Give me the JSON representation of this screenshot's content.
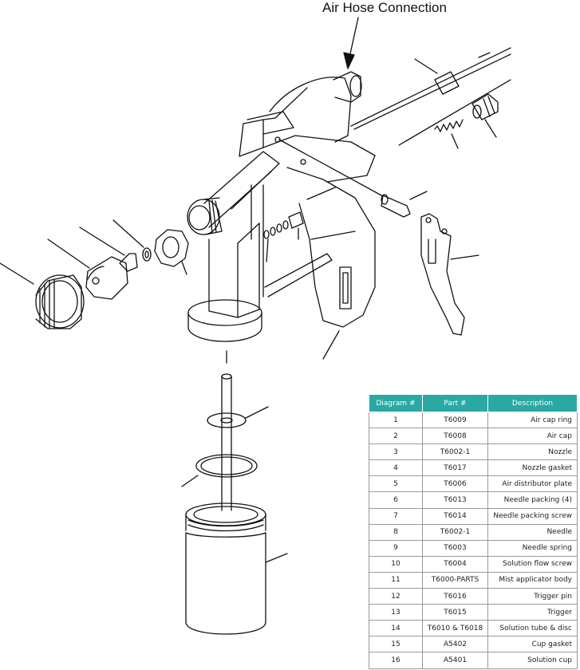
{
  "callout": {
    "air_hose": "Air Hose Connection"
  },
  "table": {
    "headers": {
      "diagram": "Diagram #",
      "part": "Part #",
      "description": "Description"
    },
    "header_color": "#2aa8a4",
    "rows": [
      {
        "n": "1",
        "part": "T6009",
        "desc": "Air cap ring"
      },
      {
        "n": "2",
        "part": "T6008",
        "desc": "Air cap"
      },
      {
        "n": "3",
        "part": "T6002-1",
        "desc": "Nozzle"
      },
      {
        "n": "4",
        "part": "T6017",
        "desc": "Nozzle gasket"
      },
      {
        "n": "5",
        "part": "T6006",
        "desc": "Air distributor plate"
      },
      {
        "n": "6",
        "part": "T6013",
        "desc": "Needle packing (4)"
      },
      {
        "n": "7",
        "part": "T6014",
        "desc": "Needle packing screw"
      },
      {
        "n": "8",
        "part": "T6002-1",
        "desc": "Needle"
      },
      {
        "n": "9",
        "part": "T6003",
        "desc": "Needle spring"
      },
      {
        "n": "10",
        "part": "T6004",
        "desc": "Solution flow screw"
      },
      {
        "n": "11",
        "part": "T6000-PARTS",
        "desc": "Mist applicator body"
      },
      {
        "n": "12",
        "part": "T6016",
        "desc": "Trigger pin"
      },
      {
        "n": "13",
        "part": "T6015",
        "desc": "Trigger"
      },
      {
        "n": "14",
        "part": "T6010 & T6018",
        "desc": "Solution tube & disc"
      },
      {
        "n": "15",
        "part": "A5402",
        "desc": "Cup gasket"
      },
      {
        "n": "16",
        "part": "A5401",
        "desc": "Solution cup"
      }
    ]
  }
}
